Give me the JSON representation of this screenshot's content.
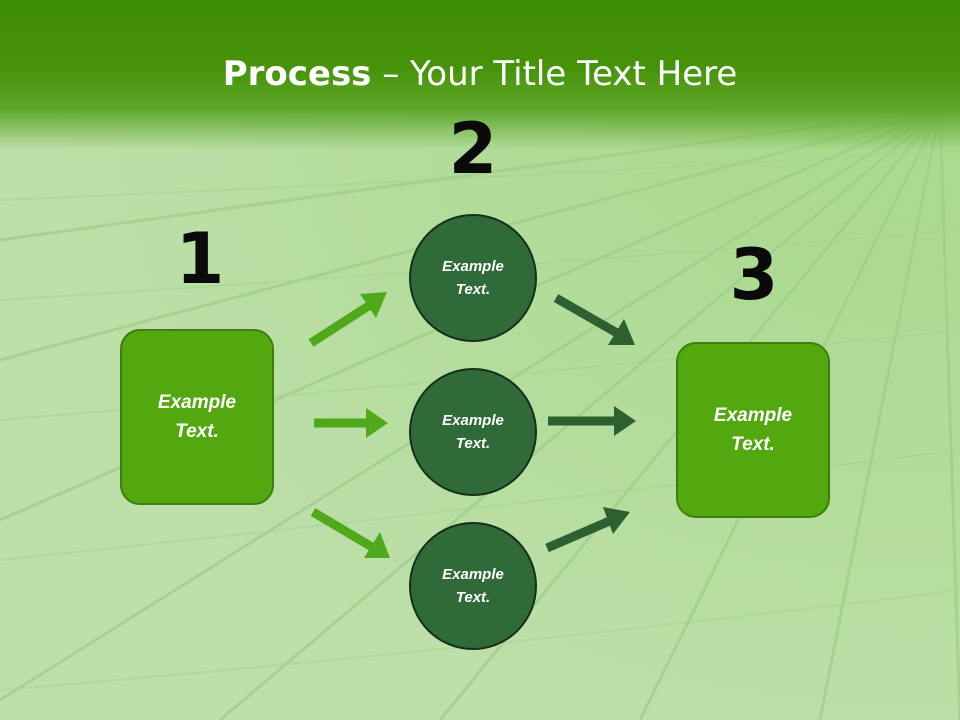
{
  "slide": {
    "title_strong": "Process",
    "title_rest": " – Your Title Text Here"
  },
  "steps": {
    "one": {
      "number": "1",
      "text": "Example Text."
    },
    "two": {
      "number": "2"
    },
    "three": {
      "number": "3",
      "text": "Example Text."
    }
  },
  "circles": [
    {
      "text": "Example Text."
    },
    {
      "text": "Example Text."
    },
    {
      "text": "Example Text."
    }
  ],
  "colors": {
    "header_green": "#469309",
    "box_green": "#52a80e",
    "circle_green": "#2f6a38",
    "arrow_light": "#4fa91a",
    "arrow_dark": "#2e5f30"
  }
}
